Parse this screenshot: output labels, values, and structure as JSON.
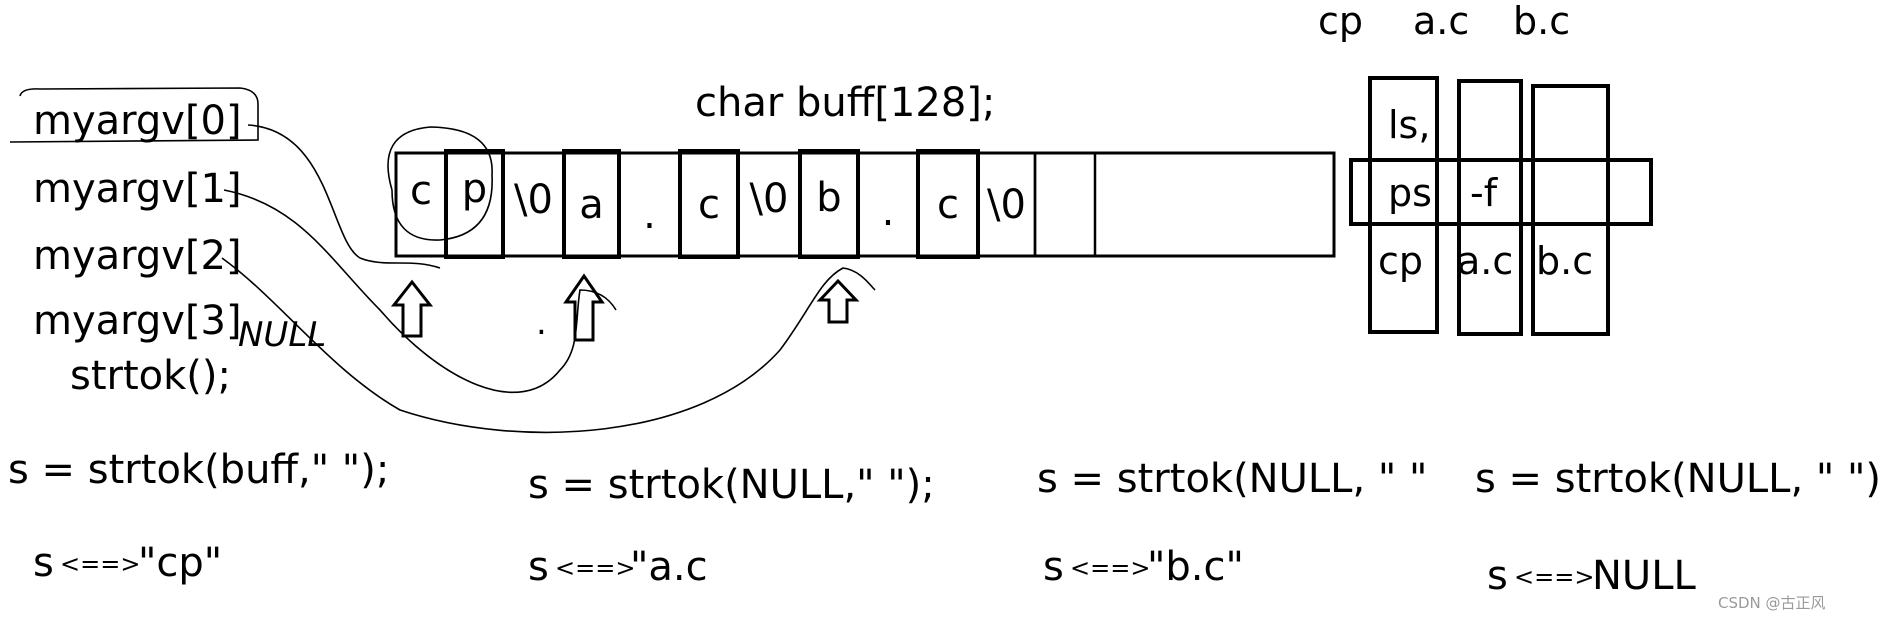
{
  "labels": {
    "buff_decl": "char buff[128];",
    "myargv": [
      "myargv[0]",
      "myargv[1]",
      "myargv[2]",
      "myargv[3]"
    ],
    "null_scribble": "NULL",
    "strtok_call": "strtok();",
    "dot_mark": "."
  },
  "buffer_cells": [
    "c",
    "p",
    "\\0",
    "a",
    ".",
    "c",
    "\\0",
    "b",
    ".",
    "c",
    "\\0",
    ""
  ],
  "grid": {
    "headers": [
      "cp",
      "a.c",
      "b.c"
    ],
    "row_top": [
      "ls,"
    ],
    "row_mid": [
      "ps",
      "-f"
    ],
    "row_bottom": [
      "cp",
      "a.c",
      "b.c"
    ]
  },
  "calls": [
    {
      "code": "s = strtok(buff,\"   \");",
      "result": "s",
      "arrow": "<==>",
      "value": "\"cp\""
    },
    {
      "code": "s = strtok(NULL,\"   \");",
      "result": "s",
      "arrow": "<==>",
      "value": "\"a.c"
    },
    {
      "code": "s = strtok(NULL, \"  \"",
      "result": "s",
      "arrow": "<==>",
      "value": "\"b.c\""
    },
    {
      "code": "s = strtok(NULL, \"  \")",
      "result": "s",
      "arrow": "<==>",
      "value": "NULL"
    }
  ],
  "watermark": "CSDN @古正风"
}
